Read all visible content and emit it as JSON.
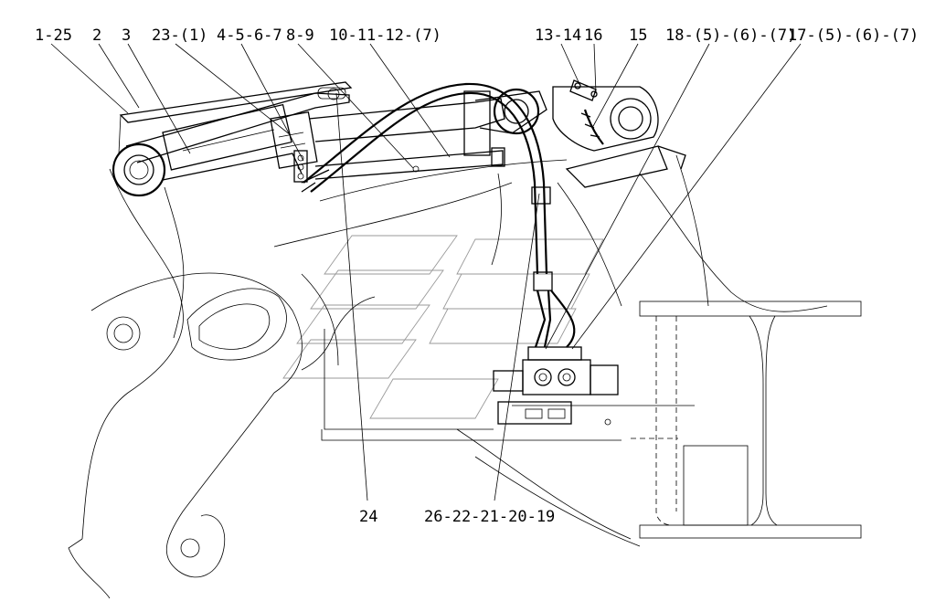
{
  "diagram": {
    "callouts_top": [
      {
        "id": "c-1-25",
        "text": "1-25"
      },
      {
        "id": "c-2",
        "text": "2"
      },
      {
        "id": "c-3",
        "text": "3"
      },
      {
        "id": "c-23-1",
        "text": "23-(1)"
      },
      {
        "id": "c-4-5-6-7",
        "text": "4-5-6-7"
      },
      {
        "id": "c-8-9",
        "text": "8-9"
      },
      {
        "id": "c-10-11-12-7",
        "text": "10-11-12-(7)"
      },
      {
        "id": "c-13-14",
        "text": "13-14"
      },
      {
        "id": "c-16",
        "text": "16"
      },
      {
        "id": "c-15",
        "text": "15"
      },
      {
        "id": "c-18-5-6-7",
        "text": "18-(5)-(6)-(7)"
      },
      {
        "id": "c-17-5-6-7",
        "text": "17-(5)-(6)-(7)"
      }
    ],
    "callouts_bottom": [
      {
        "id": "c-24",
        "text": "24"
      },
      {
        "id": "c-26-22-21-20-19",
        "text": "26-22-21-20-19"
      }
    ]
  }
}
